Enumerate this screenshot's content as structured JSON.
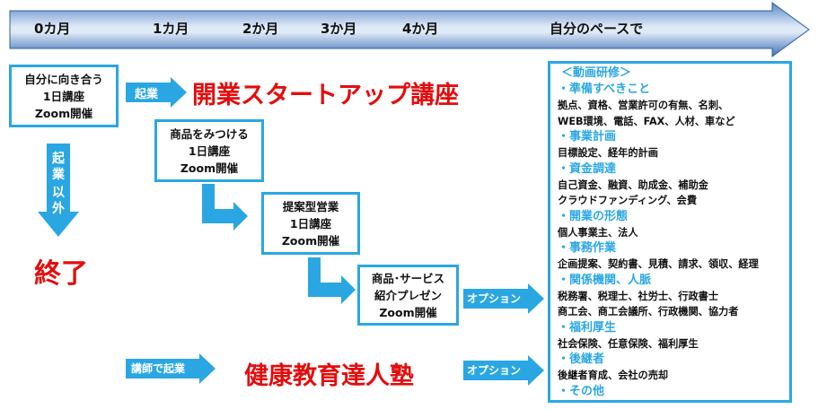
{
  "timeline": {
    "labels": [
      "0カ月",
      "1カ月",
      "2か月",
      "3か月",
      "4か月",
      "自分のペースで"
    ]
  },
  "boxes": {
    "b1": [
      "自分に向き合う",
      "1日講座",
      "Zoom開催"
    ],
    "b2": [
      "商品をみつける",
      "1日講座",
      "Zoom開催"
    ],
    "b3": [
      "提案型営業",
      "1日講座",
      "Zoom開催"
    ],
    "b4": [
      "商品･サービス",
      "紹介プレゼン",
      "Zoom開催"
    ]
  },
  "arrows": {
    "kigyo": "起業",
    "kigyo_igai": [
      "起",
      "業",
      "以",
      "外"
    ],
    "koshi": "講師で起業",
    "option1": "オプション",
    "option2": "オプション"
  },
  "texts": {
    "start_course": "開業スタートアップ講座",
    "end": "終了",
    "juku": "健康教育達人塾"
  },
  "panel": {
    "title": "＜動画研修＞",
    "lines": [
      {
        "type": "h",
        "text": "・準備すべきこと"
      },
      {
        "type": "i",
        "text": "拠点、資格、営業許可の有無、名刺、"
      },
      {
        "type": "i",
        "text": "WEB環境、電話、FAX、人材、車など"
      },
      {
        "type": "h",
        "text": "・事業計画"
      },
      {
        "type": "i",
        "text": "目標設定、経年的計画"
      },
      {
        "type": "h",
        "text": "・資金調達"
      },
      {
        "type": "i",
        "text": "自己資金、融資、助成金、補助金"
      },
      {
        "type": "i",
        "text": "クラウドファンディング、会費"
      },
      {
        "type": "h",
        "text": "・開業の形態"
      },
      {
        "type": "i",
        "text": "個人事業主、法人"
      },
      {
        "type": "h",
        "text": "・事務作業"
      },
      {
        "type": "i",
        "text": "企画提案、契約書、見積、請求、領収、経理"
      },
      {
        "type": "h",
        "text": "・関係機関、人脈"
      },
      {
        "type": "i",
        "text": "税務署、税理士、社労士、行政書士"
      },
      {
        "type": "i",
        "text": "商工会、商工会議所、行政機関、協力者"
      },
      {
        "type": "h",
        "text": "・福利厚生"
      },
      {
        "type": "i",
        "text": "社会保険、任意保険、福利厚生"
      },
      {
        "type": "h",
        "text": "・後継者"
      },
      {
        "type": "i",
        "text": "後継者育成、会社の売却"
      },
      {
        "type": "h",
        "text": "・その他"
      }
    ]
  },
  "colors": {
    "accent": "#2aa7e2",
    "red": "#e30d0d"
  }
}
